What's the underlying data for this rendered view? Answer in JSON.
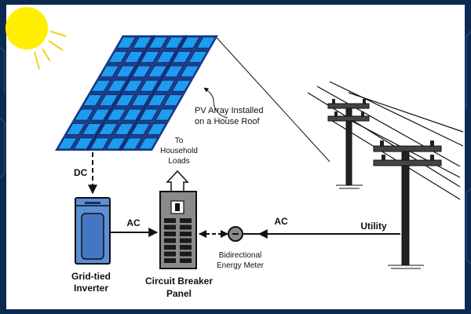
{
  "labels": {
    "pv_array_line1": "PV Array Installed",
    "pv_array_line2": "on a House Roof",
    "dc": "DC",
    "to_loads_line1": "To",
    "to_loads_line2": "Household",
    "to_loads_line3": "Loads",
    "ac_left": "AC",
    "ac_right": "AC",
    "utility": "Utility",
    "inverter_line1": "Grid-tied",
    "inverter_line2": "Inverter",
    "panel_line1": "Circuit Breaker",
    "panel_line2": "Panel",
    "meter_line1": "Bidirectional",
    "meter_line2": "Energy Meter"
  },
  "colors": {
    "sun": "#ffee00",
    "sun_rays": "#f2d01a",
    "pv_frame": "#1f3d8a",
    "pv_cell": "#1e9cf0",
    "inverter": "#5b8fd6",
    "breaker_panel": "#8a8a8a",
    "frame_bg": "#0b2a52"
  },
  "icons": [
    "sun-icon",
    "solar-panel-icon",
    "inverter-icon",
    "breaker-panel-icon",
    "energy-meter-icon",
    "utility-pole-icon"
  ]
}
